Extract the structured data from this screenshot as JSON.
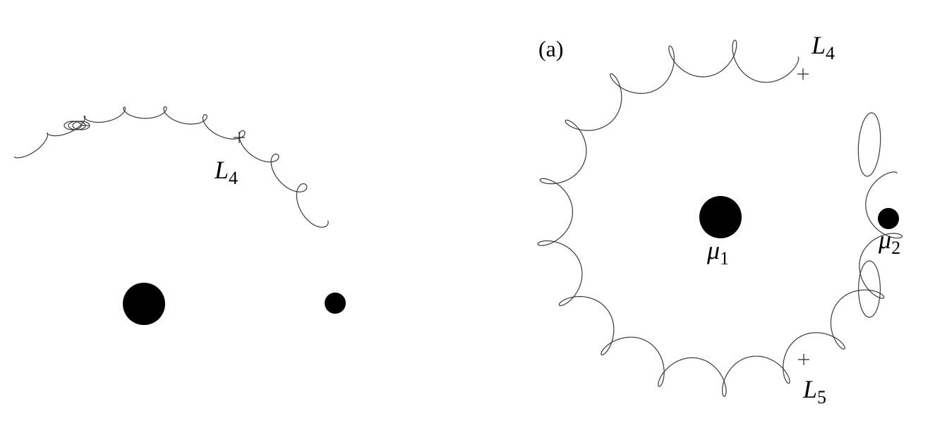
{
  "left_panel": {
    "label_L4": {
      "main": "L",
      "sub": "4"
    }
  },
  "right_panel": {
    "panel_tag": "(a)",
    "label_L4": {
      "main": "L",
      "sub": "4"
    },
    "label_L5": {
      "main": "L",
      "sub": "5"
    },
    "label_mu1": {
      "main": "μ",
      "sub": "1"
    },
    "label_mu2": {
      "main": "μ",
      "sub": "2"
    }
  },
  "colors": {
    "mass": "#000000",
    "orbit": "#3a3a3a"
  }
}
